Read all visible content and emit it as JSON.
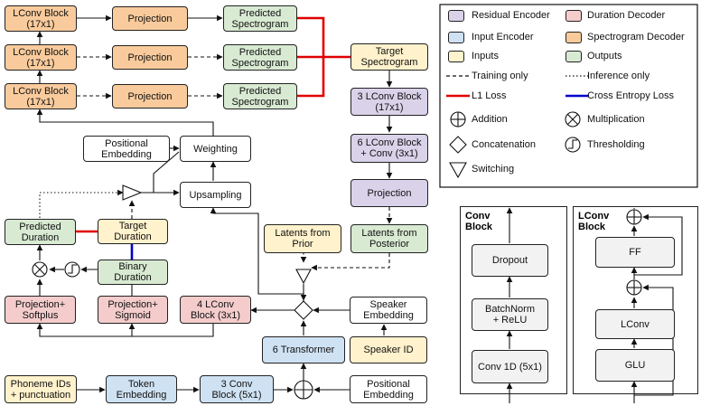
{
  "colors": {
    "residual_encoder": "#d9d2e9",
    "duration_decoder": "#f4cccc",
    "input_encoder": "#cfe2f3",
    "spectrogram_decoder": "#f9cb9c",
    "inputs": "#fff2cc",
    "outputs": "#d9ead3",
    "l1_loss": "#e00000",
    "cross_entropy_loss": "#0000cc"
  },
  "spectrogram_decoder": {
    "lconv_blocks": [
      "LConv Block\n(17x1)",
      "LConv Block\n(17x1)",
      "LConv Block\n(17x1)"
    ],
    "projections": [
      "Projection",
      "Projection",
      "Projection"
    ],
    "predicted": [
      "Predicted\nSpectrogram",
      "Predicted\nSpectrogram",
      "Predicted\nSpectrogram"
    ]
  },
  "residual_encoder": {
    "target": "Target\nSpectrogram",
    "lconv": "3 LConv Block\n(17x1)",
    "lconv_conv": "6 LConv Block\n+ Conv (3x1)",
    "projection": "Projection",
    "latents_posterior": "Latents from\nPosterior",
    "latents_prior": "Latents from\nPrior"
  },
  "upsampler": {
    "positional": "Positional\nEmbedding",
    "weighting": "Weighting",
    "upsampling": "Upsampling"
  },
  "duration": {
    "predicted": "Predicted\nDuration",
    "target": "Target\nDuration",
    "binary": "Binary\nDuration",
    "softplus": "Projection+\nSoftplus",
    "sigmoid": "Projection+\nSigmoid",
    "lconv": "4 LConv\nBlock (3x1)"
  },
  "encoder": {
    "phoneme": "Phoneme IDs\n+ punctuation",
    "token": "Token\nEmbedding",
    "conv": "3 Conv\nBlock (5x1)",
    "positional": "Positional\nEmbedding",
    "transformer": "6 Transformer",
    "speaker_id": "Speaker ID",
    "speaker_emb": "Speaker\nEmbedding"
  },
  "legend": {
    "residual_encoder": "Residual Encoder",
    "duration_decoder": "Duration Decoder",
    "input_encoder": "Input Encoder",
    "spectrogram_decoder": "Spectrogram Decoder",
    "inputs": "Inputs",
    "outputs": "Outputs",
    "training_only": "Training only",
    "inference_only": "Inference only",
    "l1_loss": "L1 Loss",
    "cross_entropy": "Cross Entropy Loss",
    "addition": "Addition",
    "multiplication": "Multiplication",
    "concatenation": "Concatenation",
    "thresholding": "Thresholding",
    "switching": "Switching"
  },
  "conv_block": {
    "title": "Conv\nBlock",
    "dropout": "Dropout",
    "batchnorm": "BatchNorm\n+ ReLU",
    "conv1d": "Conv 1D (5x1)"
  },
  "lconv_block": {
    "title": "LConv\nBlock",
    "ff": "FF",
    "lconv": "LConv",
    "glu": "GLU"
  }
}
